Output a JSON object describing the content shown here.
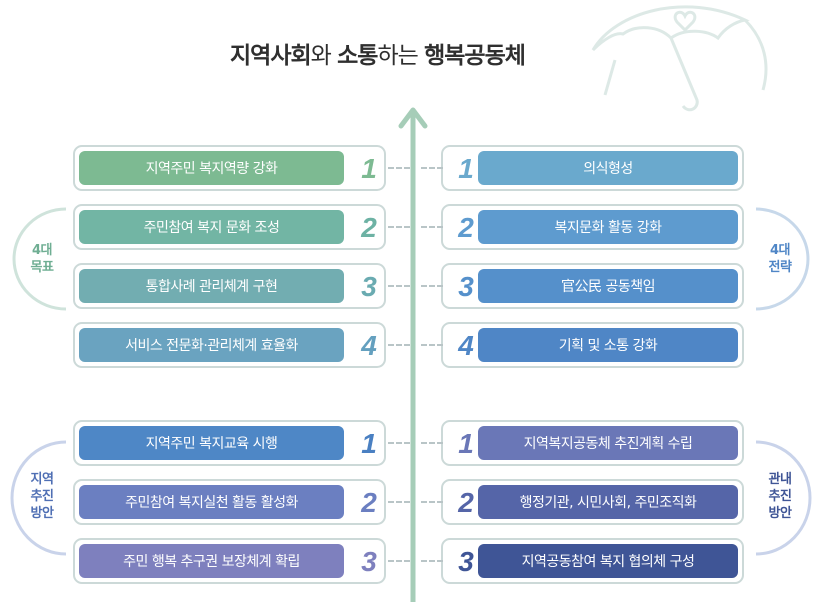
{
  "title": {
    "part1_bold": "지역사회",
    "part2": "와 ",
    "part3_bold": "소통",
    "part4": "하는 ",
    "part5_bold": "행복공동체"
  },
  "side_labels": {
    "goals": [
      "4대",
      "목표"
    ],
    "strategies": [
      "4대",
      "전략"
    ],
    "local": [
      "지역",
      "추진",
      "방안"
    ],
    "public_private": [
      "관내",
      "추진",
      "방안"
    ]
  },
  "goals": [
    {
      "num": "1",
      "label": "지역주민 복지역량 강화",
      "color": "#7dba92",
      "num_color": "#7dba92"
    },
    {
      "num": "2",
      "label": "주민참여 복지 문화 조성",
      "color": "#72b5a4",
      "num_color": "#6db2a4"
    },
    {
      "num": "3",
      "label": "통합사례 관리체계 구현",
      "color": "#72adb1",
      "num_color": "#6aabb1"
    },
    {
      "num": "4",
      "label": "서비스 전문화·관리체계 효율화",
      "color": "#6aa3c0",
      "num_color": "#64a0bf"
    }
  ],
  "strategies": [
    {
      "num": "1",
      "label": "의식형성",
      "color": "#6aa9cd",
      "num_color": "#6aa9cd"
    },
    {
      "num": "2",
      "label": "복지문화 활동 강화",
      "color": "#5e9bcf",
      "num_color": "#5e9bcf"
    },
    {
      "num": "3",
      "label": "官公民 공동책임",
      "color": "#5590cb",
      "num_color": "#5590cb"
    },
    {
      "num": "4",
      "label": "기획 및 소통 강화",
      "color": "#4f86c6",
      "num_color": "#4f86c6"
    }
  ],
  "local_plans": [
    {
      "num": "1",
      "label": "지역주민 복지교육 시행",
      "color": "#4e87c6",
      "num_color": "#4a80c2"
    },
    {
      "num": "2",
      "label": "주민참여 복지실천 활동 활성화",
      "color": "#6b7fc1",
      "num_color": "#6b7fc1"
    },
    {
      "num": "3",
      "label": "주민 행복 추구권 보장체계 확립",
      "color": "#7e80be",
      "num_color": "#7e80be"
    }
  ],
  "public_plans": [
    {
      "num": "1",
      "label": "지역복지공동체 추진계획 수립",
      "color": "#6a77b7",
      "num_color": "#6a77b7"
    },
    {
      "num": "2",
      "label": "행정기관, 시민사회, 주민조직화",
      "color": "#5565a8",
      "num_color": "#5565a8"
    },
    {
      "num": "3",
      "label": "지역공동참여 복지 협의체 구성",
      "color": "#3f5596",
      "num_color": "#3f5596"
    }
  ],
  "colors": {
    "arrow": "#a6cdb8",
    "border": "#ccd9d8",
    "umbrella": "#dde9e6"
  }
}
